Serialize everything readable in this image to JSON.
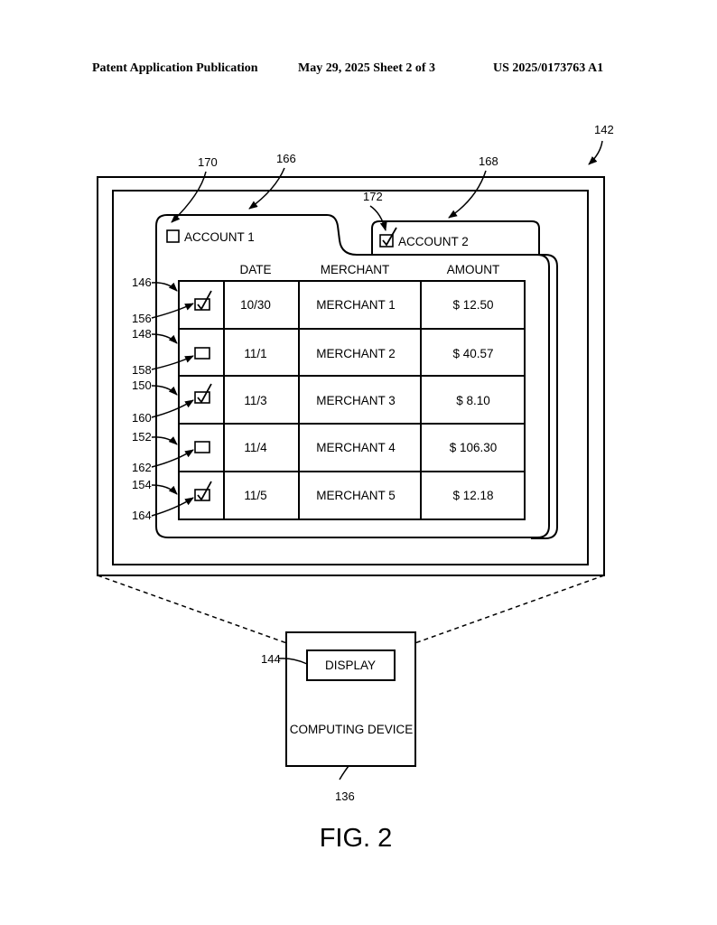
{
  "header": {
    "publication": "Patent Application Publication",
    "date_sheet": "May 29, 2025  Sheet 2 of 3",
    "pub_number": "US 2025/0173763 A1"
  },
  "refs": {
    "r142": "142",
    "r170": "170",
    "r166": "166",
    "r168": "168",
    "r172": "172",
    "r146": "146",
    "r148": "148",
    "r150": "150",
    "r152": "152",
    "r154": "154",
    "r156": "156",
    "r158": "158",
    "r160": "160",
    "r162": "162",
    "r164": "164",
    "r144": "144",
    "r136": "136"
  },
  "tabs": [
    {
      "label": "ACCOUNT 1",
      "checked": false
    },
    {
      "label": "ACCOUNT 2",
      "checked": true
    }
  ],
  "table": {
    "columns": [
      "DATE",
      "MERCHANT",
      "AMOUNT"
    ],
    "rows": [
      {
        "checked": true,
        "date": "10/30",
        "merchant": "MERCHANT 1",
        "amount": "$ 12.50"
      },
      {
        "checked": false,
        "date": "11/1",
        "merchant": "MERCHANT 2",
        "amount": "$ 40.57"
      },
      {
        "checked": true,
        "date": "11/3",
        "merchant": "MERCHANT 3",
        "amount": "$ 8.10"
      },
      {
        "checked": false,
        "date": "11/4",
        "merchant": "MERCHANT 4",
        "amount": "$ 106.30"
      },
      {
        "checked": true,
        "date": "11/5",
        "merchant": "MERCHANT 5",
        "amount": "$ 12.18"
      }
    ]
  },
  "device": {
    "display_label": "DISPLAY",
    "name": "COMPUTING DEVICE"
  },
  "figure_label": "FIG. 2"
}
